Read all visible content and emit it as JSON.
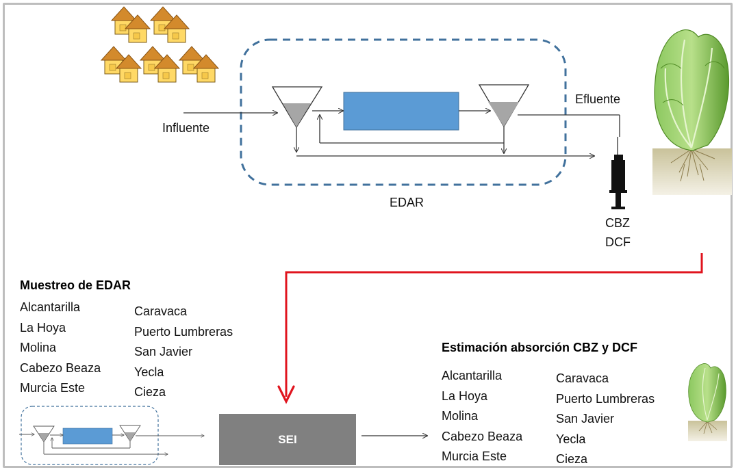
{
  "diagram": {
    "influent_label": "Influente",
    "effluent_label": "Efluente",
    "wwtp_label": "EDAR",
    "compound_1": "CBZ",
    "compound_2": "DCF",
    "sei_label": "SEI"
  },
  "sampling": {
    "title": "Muestreo de EDAR",
    "left_column": [
      "Alcantarilla",
      "La Hoya",
      "Molina",
      "Cabezo Beaza",
      "Murcia Este"
    ],
    "right_column": [
      "Caravaca",
      "Puerto Lumbreras",
      "San Javier",
      "Yecla",
      "Cieza"
    ]
  },
  "estimation": {
    "title": "Estimación absorción CBZ y DCF",
    "left_column": [
      "Alcantarilla",
      "La Hoya",
      "Molina",
      "Cabezo Beaza",
      "Murcia Este"
    ],
    "right_column": [
      "Caravaca",
      "Puerto Lumbreras",
      "San Javier",
      "Yecla",
      "Cieza"
    ]
  },
  "colors": {
    "tank": "#5b9bd5",
    "dashed_border": "#41719c",
    "red_arrow": "#e0141e",
    "sei_box": "#808080",
    "house_wall": "#ffd966",
    "house_roof": "#d38a2c",
    "lettuce": "#6db33f"
  },
  "icons": [
    "house-icon",
    "lettuce-icon",
    "syringe-icon",
    "clarifier-icon"
  ]
}
